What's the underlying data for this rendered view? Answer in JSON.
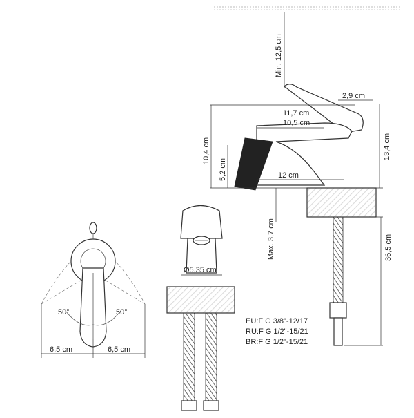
{
  "dimensions": {
    "min_height": "Min. 12,5 cm",
    "lever_width": "2,9 cm",
    "reach_long": "11,7 cm",
    "reach_short": "10,5 cm",
    "total_height": "13,4 cm",
    "body_height": "10,4 cm",
    "outlet_height": "5,2 cm",
    "spout_length": "12 cm",
    "max_deck": "Max. 3,7 cm",
    "hose_length": "36,5 cm",
    "aerator_diameter": "Ø5,35 cm",
    "left_offset": "6,5 cm",
    "right_offset": "6,5 cm",
    "angle_left": "50°",
    "angle_right": "50°"
  },
  "connections": {
    "eu": "EU:F G 3/8\"-12/17",
    "ru": "RU:F G 1/2\"-15/21",
    "br": "BR:F G 1/2\"-15/21"
  }
}
